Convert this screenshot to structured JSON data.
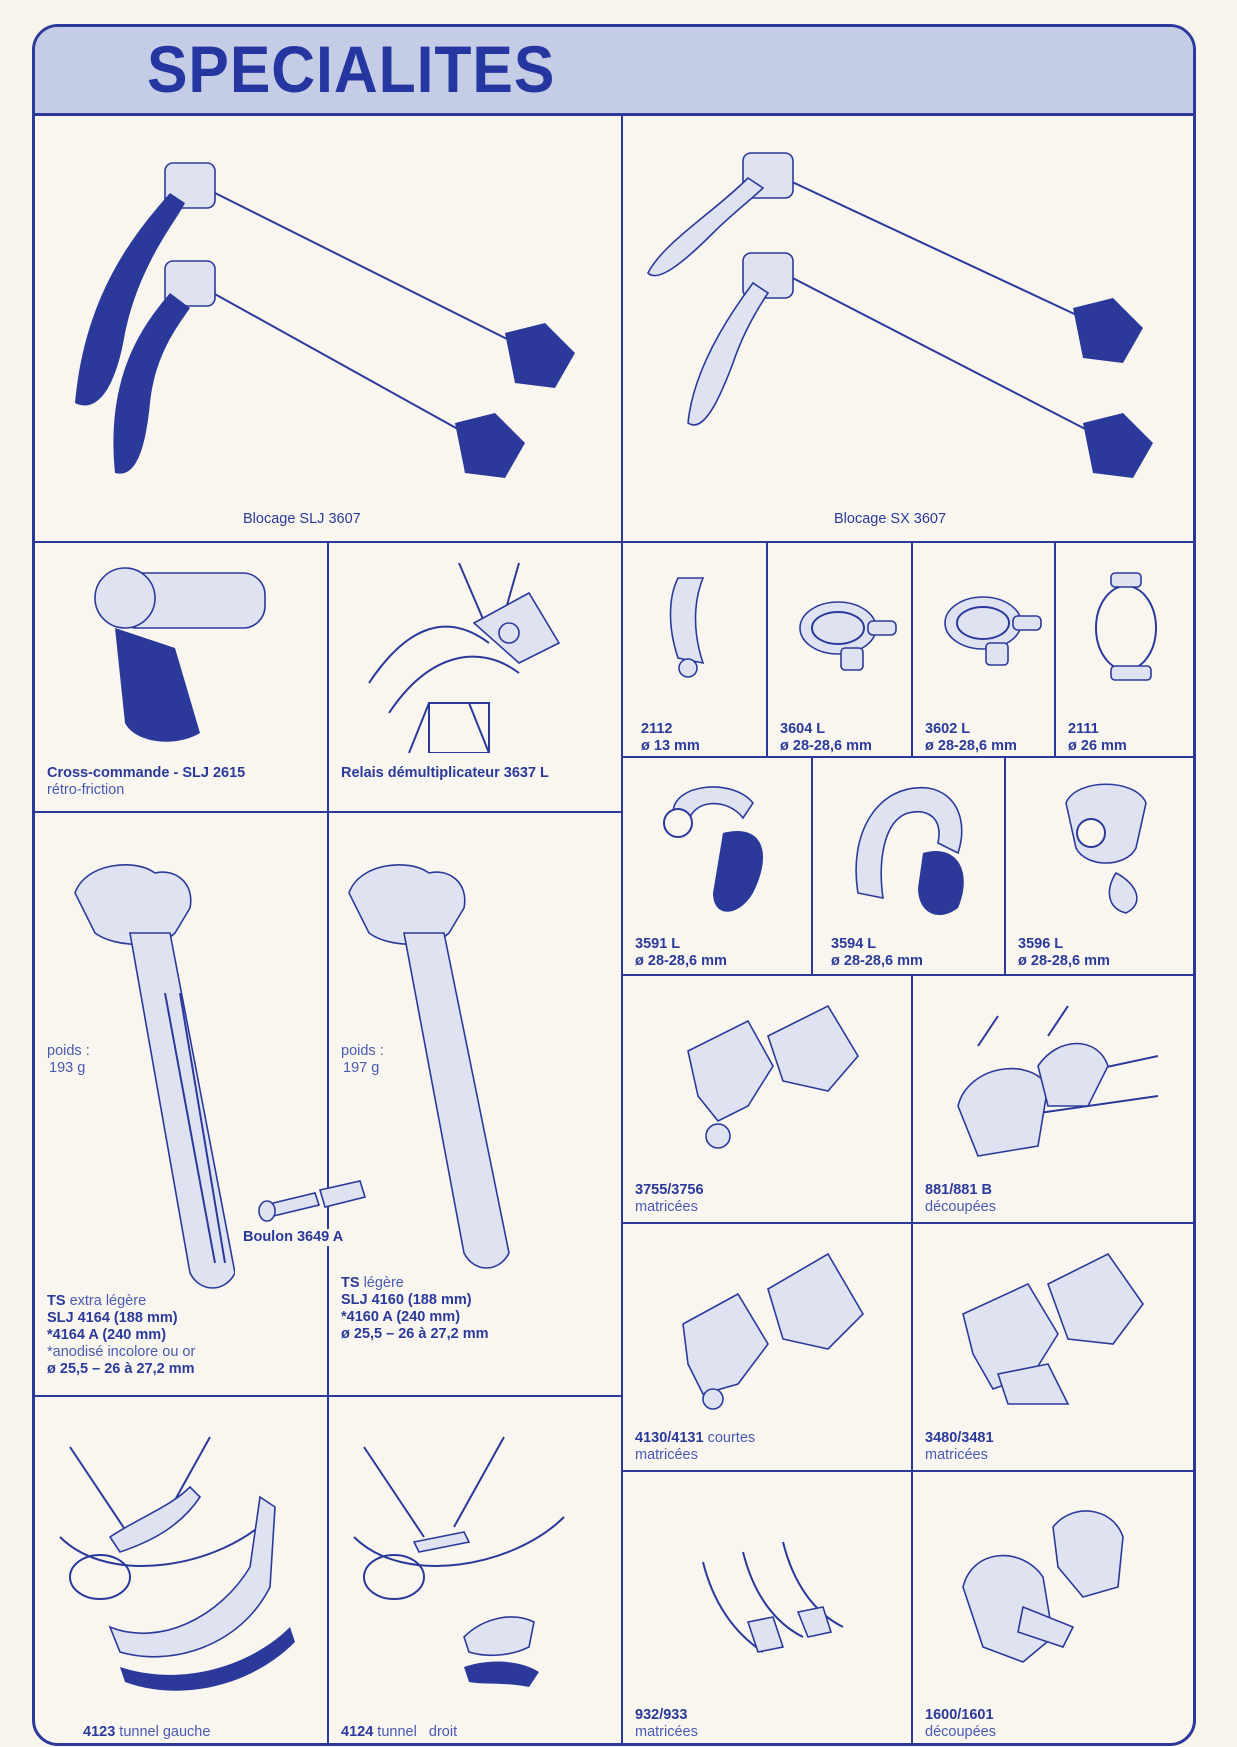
{
  "page": {
    "title": "SPECIALITES"
  },
  "items": {
    "slj3607": {
      "label": "Blocage SLJ 3607"
    },
    "sx3607": {
      "label": "Blocage SX 3607"
    },
    "slj2615": {
      "name": "Cross-commande - SLJ 2615",
      "sub": "rétro-friction"
    },
    "relais": {
      "name": "Relais démultiplicateur 3637 L"
    },
    "c2112": {
      "code": "2112",
      "dim": "ø 13 mm"
    },
    "c3604": {
      "code": "3604 L",
      "dim": "ø 28-28,6 mm"
    },
    "c3602": {
      "code": "3602 L",
      "dim": "ø 28-28,6 mm"
    },
    "c2111": {
      "code": "2111",
      "dim": "ø 26 mm"
    },
    "c3591": {
      "code": "3591 L",
      "dim": "ø 28-28,6 mm"
    },
    "c3594": {
      "code": "3594 L",
      "dim": "ø 28-28,6 mm"
    },
    "c3596": {
      "code": "3596 L",
      "dim": "ø 28-28,6 mm"
    },
    "seat1": {
      "poids_label": "poids :",
      "poids": "193 g",
      "ts": "TS",
      "ts_type": "extra légère",
      "line1": "SLJ 4164 (188 mm)",
      "line2": "*4164 A (240 mm)",
      "line3": "*anodisé incolore ou or",
      "line4": "ø 25,5 – 26 à 27,2 mm"
    },
    "seat2": {
      "poids_label": "poids :",
      "poids": "197 g",
      "ts": "TS",
      "ts_type": "légère",
      "line1": "SLJ 4160 (188 mm)",
      "line2": "*4160 A (240 mm)",
      "line3": "ø 25,5 – 26 à 27,2 mm"
    },
    "boulon": {
      "label": "Boulon 3649 A"
    },
    "d3755": {
      "code": "3755/3756",
      "sub": "matricées"
    },
    "d881": {
      "code": "881/881 B",
      "sub": "découpées"
    },
    "d4130": {
      "code": "4130/4131",
      "mid": "courtes",
      "sub": "matricées"
    },
    "d3480": {
      "code": "3480/3481",
      "sub": "matricées"
    },
    "t4123": {
      "code": "4123",
      "sub": "tunnel gauche"
    },
    "t4124": {
      "code": "4124",
      "sub": "tunnel",
      "sub2": "droit"
    },
    "d932": {
      "code": "932/933",
      "sub": "matricées"
    },
    "d1600": {
      "code": "1600/1601",
      "sub": "découpées"
    }
  }
}
